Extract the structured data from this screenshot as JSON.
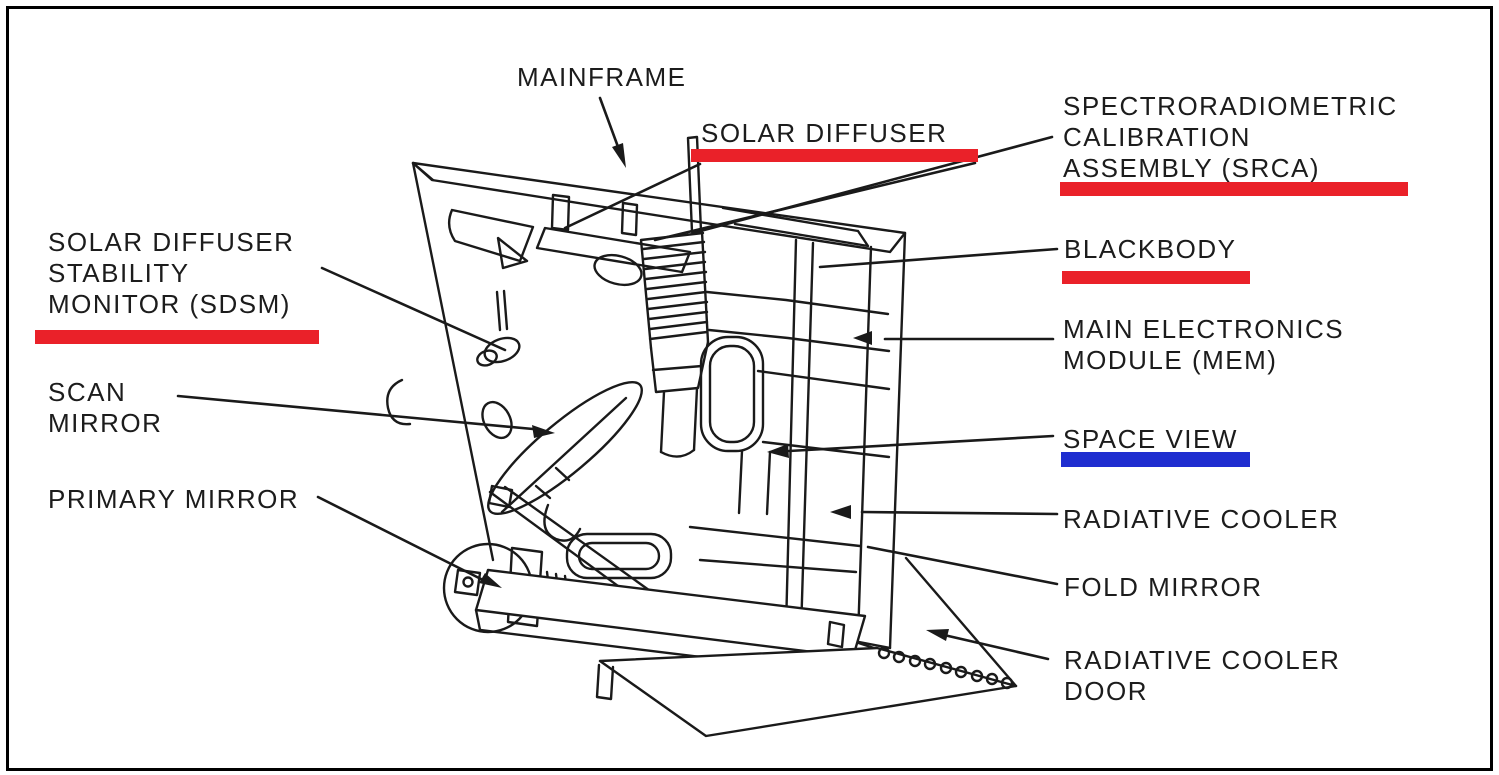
{
  "figure": {
    "title": "Instrument cutaway diagram with labeled components",
    "background": "#ffffff",
    "frame_color": "#000000",
    "ink_color": "#1a1a1a",
    "accent_red": "#ea2129",
    "accent_blue": "#1f2ed0"
  },
  "labels": {
    "mainframe": {
      "text": "MAINFRAME"
    },
    "solar_diffuser": {
      "text": "SOLAR DIFFUSER",
      "underline": "red"
    },
    "srca": {
      "line1": "SPECTRORADIOMETRIC",
      "line2": "CALIBRATION",
      "line3": "ASSEMBLY (SRCA)",
      "underline": "red"
    },
    "blackbody": {
      "text": "BLACKBODY",
      "underline": "red"
    },
    "mem": {
      "line1": "MAIN ELECTRONICS",
      "line2": "MODULE (MEM)"
    },
    "space_view": {
      "text": "SPACE VIEW",
      "underline": "blue"
    },
    "radiative_cooler": {
      "text": "RADIATIVE COOLER"
    },
    "fold_mirror": {
      "text": "FOLD MIRROR"
    },
    "radiative_cooler_door": {
      "line1": "RADIATIVE COOLER",
      "line2": "DOOR"
    },
    "sdsm": {
      "line1": "SOLAR DIFFUSER",
      "line2": "STABILITY",
      "line3": "MONITOR (SDSM)",
      "underline": "red"
    },
    "scan_mirror": {
      "line1": "SCAN",
      "line2": "MIRROR"
    },
    "primary_mirror": {
      "text": "PRIMARY MIRROR"
    }
  }
}
